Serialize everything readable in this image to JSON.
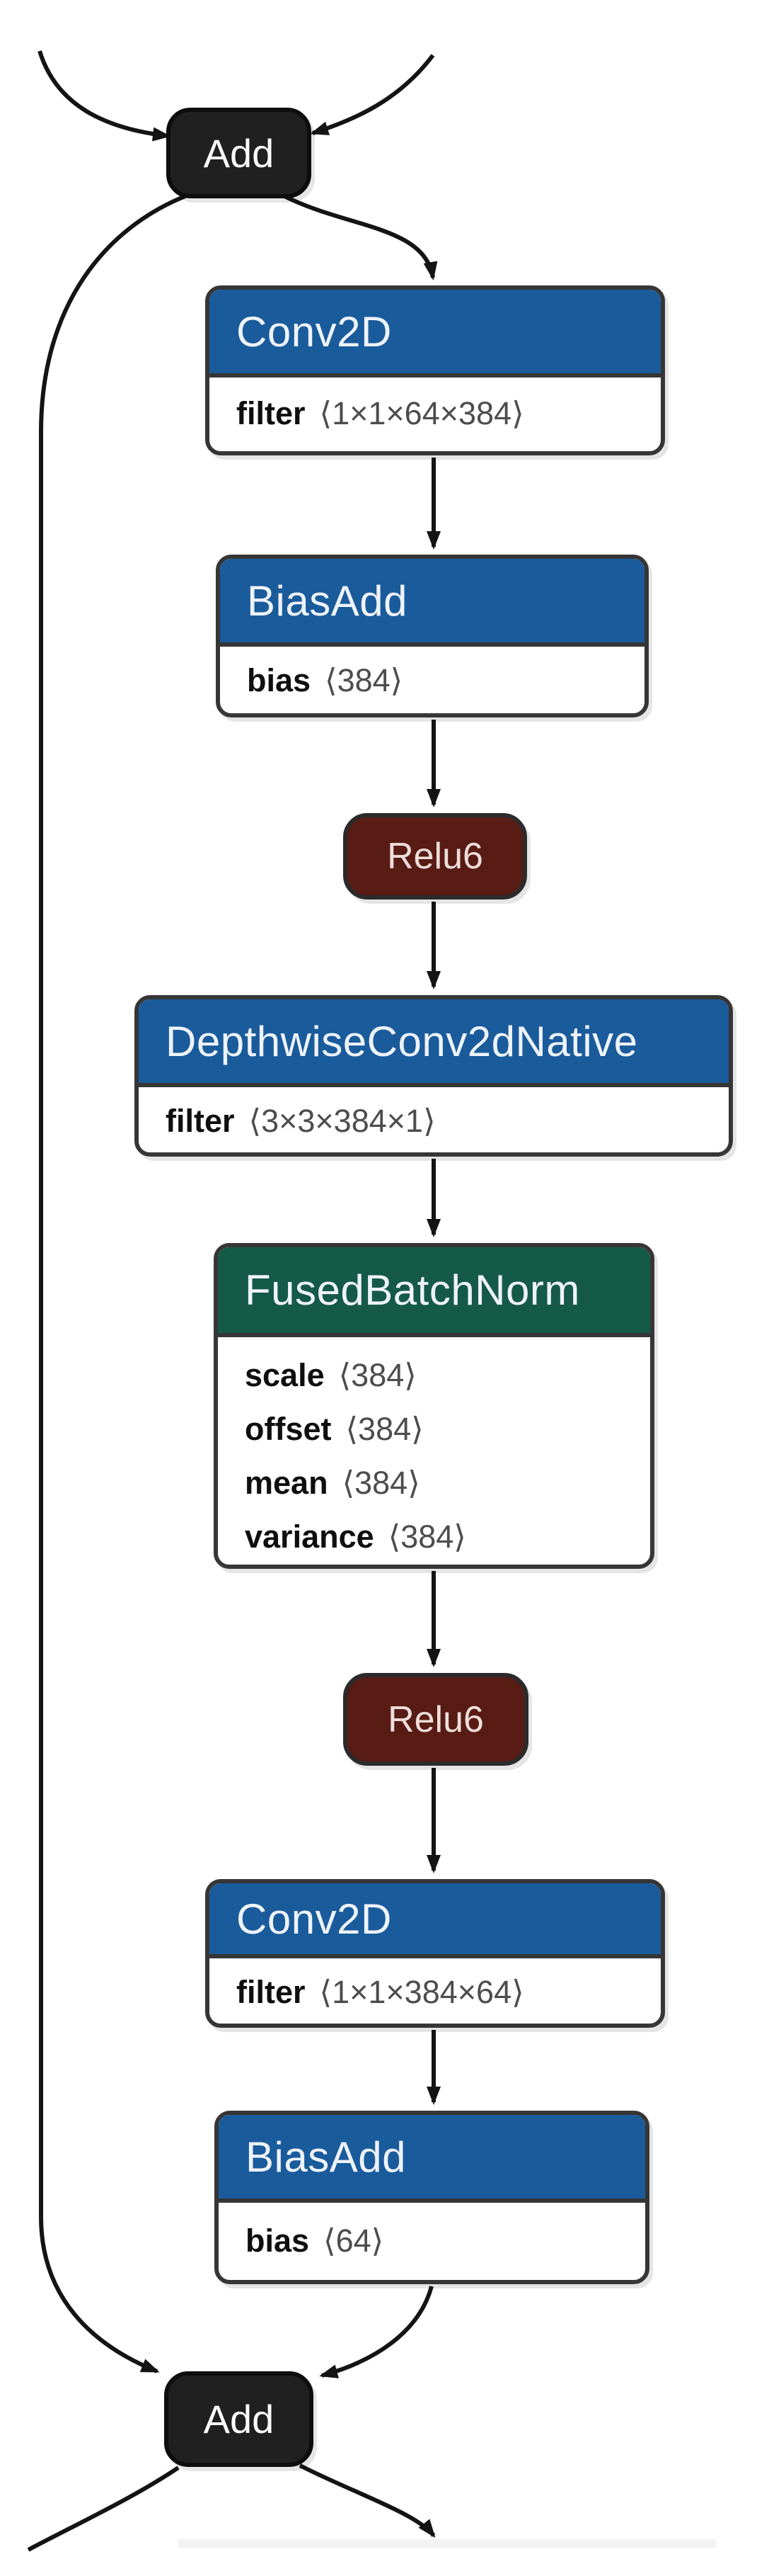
{
  "diagram": {
    "kind": "neural-network-graph",
    "colors": {
      "conv_header": "#1a5b9c",
      "norm_header": "#155a47",
      "activation_fill": "#581c15",
      "add_fill": "#202020",
      "node_border": "#363636",
      "edge": "#141414",
      "param_value_text": "#4d4d4d"
    },
    "nodes": [
      {
        "id": "add-top",
        "type": "Add",
        "kind": "badge-add"
      },
      {
        "id": "conv2d-1",
        "type": "Conv2D",
        "kind": "block-blue",
        "params": [
          {
            "key": "filter",
            "value": "⟨1×1×64×384⟩"
          }
        ]
      },
      {
        "id": "biasadd-1",
        "type": "BiasAdd",
        "kind": "block-blue",
        "params": [
          {
            "key": "bias",
            "value": "⟨384⟩"
          }
        ]
      },
      {
        "id": "relu6-1",
        "type": "Relu6",
        "kind": "badge-activation"
      },
      {
        "id": "depthwise-conv",
        "type": "DepthwiseConv2dNative",
        "kind": "block-blue",
        "params": [
          {
            "key": "filter",
            "value": "⟨3×3×384×1⟩"
          }
        ]
      },
      {
        "id": "fused-batch-norm",
        "type": "FusedBatchNorm",
        "kind": "block-green",
        "params": [
          {
            "key": "scale",
            "value": "⟨384⟩"
          },
          {
            "key": "offset",
            "value": "⟨384⟩"
          },
          {
            "key": "mean",
            "value": "⟨384⟩"
          },
          {
            "key": "variance",
            "value": "⟨384⟩"
          }
        ]
      },
      {
        "id": "relu6-2",
        "type": "Relu6",
        "kind": "badge-activation"
      },
      {
        "id": "conv2d-2",
        "type": "Conv2D",
        "kind": "block-blue",
        "params": [
          {
            "key": "filter",
            "value": "⟨1×1×384×64⟩"
          }
        ]
      },
      {
        "id": "biasadd-2",
        "type": "BiasAdd",
        "kind": "block-blue",
        "params": [
          {
            "key": "bias",
            "value": "⟨64⟩"
          }
        ]
      },
      {
        "id": "add-bottom",
        "type": "Add",
        "kind": "badge-add"
      }
    ],
    "edges": [
      {
        "from": "offscreen-top-left",
        "to": "add-top"
      },
      {
        "from": "offscreen-top-right",
        "to": "add-top"
      },
      {
        "from": "add-top",
        "to": "conv2d-1"
      },
      {
        "from": "add-top",
        "to": "add-bottom",
        "note": "skip connection"
      },
      {
        "from": "conv2d-1",
        "to": "biasadd-1"
      },
      {
        "from": "biasadd-1",
        "to": "relu6-1"
      },
      {
        "from": "relu6-1",
        "to": "depthwise-conv"
      },
      {
        "from": "depthwise-conv",
        "to": "fused-batch-norm"
      },
      {
        "from": "fused-batch-norm",
        "to": "relu6-2"
      },
      {
        "from": "relu6-2",
        "to": "conv2d-2"
      },
      {
        "from": "conv2d-2",
        "to": "biasadd-2"
      },
      {
        "from": "biasadd-2",
        "to": "add-bottom"
      },
      {
        "from": "add-bottom",
        "to": "offscreen-bottom-left"
      },
      {
        "from": "add-bottom",
        "to": "offscreen-bottom-right"
      }
    ]
  }
}
